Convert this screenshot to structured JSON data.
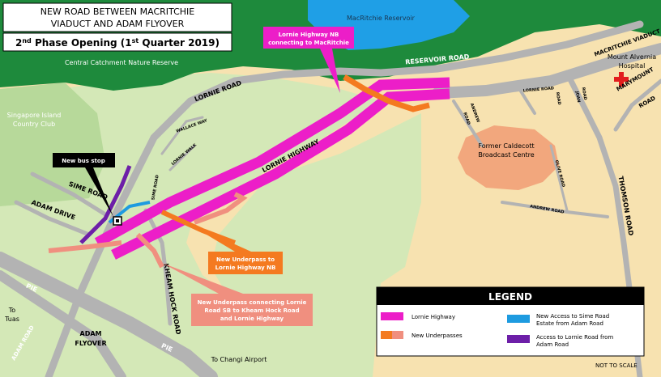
{
  "header": {
    "title_line1": "NEW ROAD BETWEEN MACRITCHIE",
    "title_line2": "VIADUCT AND ADAM FLYOVER",
    "phase_pre": "2",
    "phase_sup1": "nd",
    "phase_mid": " Phase Opening (1",
    "phase_sup2": "st",
    "phase_post": " Quarter 2019)"
  },
  "areas": {
    "reservoir": "MacRitchie Reservoir",
    "nature_reserve": "Central Catchment Nature Reserve",
    "club_line1": "Singapore Island",
    "club_line2": "Country Club",
    "broadcast_line1": "Former Caldecott",
    "broadcast_line2": "Broadcast Centre",
    "hospital_line1": "Mount Alvernia",
    "hospital_line2": "Hospital"
  },
  "roads": {
    "macritchie_viaduct": "MACRITCHIE VIADUCT",
    "marymount": "MARYMOUNT",
    "road": "ROAD",
    "reservoir_road": "RESERVOIR ROAD",
    "lornie_road": "LORNIE ROAD",
    "lornie_highway": "LORNIE HIGHWAY",
    "wallace_way": "WALLACE WAY",
    "lornie_walk": "LORNIE WALK",
    "sime_road_small": "SIME ROAD",
    "sime_road": "SIME ROAD",
    "adam_drive": "ADAM DRIVE",
    "kheam_hock_road": "KHEAM HOCK ROAD",
    "adam_road": "ADAM ROAD",
    "adam_flyover_line1": "ADAM",
    "adam_flyover_line2": "FLYOVER",
    "pie": "PIE",
    "to_tuas_line1": "To",
    "to_tuas_line2": "Tuas",
    "to_changi": "To Changi Airport",
    "thomson_road": "THOMSON ROAD",
    "andrew_road": "ANDREW ROAD",
    "andrew_road_v1": "ANDREW",
    "andrew_road_v2": "ROAD",
    "olive_road": "OLIVE ROAD",
    "lornie_road_small": "LORNIE ROAD",
    "joan_road_v1": "JOAN",
    "joan_road_v2": "ROAD",
    "road_v1": "ROAD"
  },
  "callouts": {
    "nb_line1": "Lornie Highway NB",
    "nb_line2": "connecting to MacRitchie",
    "bus_stop": "New bus stop",
    "underpass_nb_line1": "New Underpass to",
    "underpass_nb_line2": "Lornie Highway NB",
    "underpass_sb_line1": "New Underpass connecting Lornie",
    "underpass_sb_line2": "Road SB to Kheam Hock Road",
    "underpass_sb_line3": "and  Lornie Highway"
  },
  "legend": {
    "title": "LEGEND",
    "items": [
      {
        "label": "Lornie Highway",
        "color": "#ec1ec8"
      },
      {
        "label": "New Underpasses",
        "color": "#f47a20"
      },
      {
        "label_line1": "New Access to Sime Road",
        "label_line2": "Estate from Adam Road",
        "color": "#1e9be0"
      },
      {
        "label_line1": "Access to Lornie Road from",
        "label_line2": "Adam Road",
        "color": "#6d1fa8"
      }
    ]
  },
  "footer": {
    "scale_note": "NOT TO SCALE"
  },
  "colors": {
    "forest": "#1e8a3c",
    "water": "#1f9fe6",
    "parkland": "#d4e8b7",
    "residential": "#f7e2b0",
    "road": "#b3b3b3",
    "highway": "#ec1ec8",
    "underpass": "#f47a20",
    "underpass_light": "#f08f7f",
    "access_blue": "#1e9be0",
    "access_purple": "#6d1fa8"
  }
}
